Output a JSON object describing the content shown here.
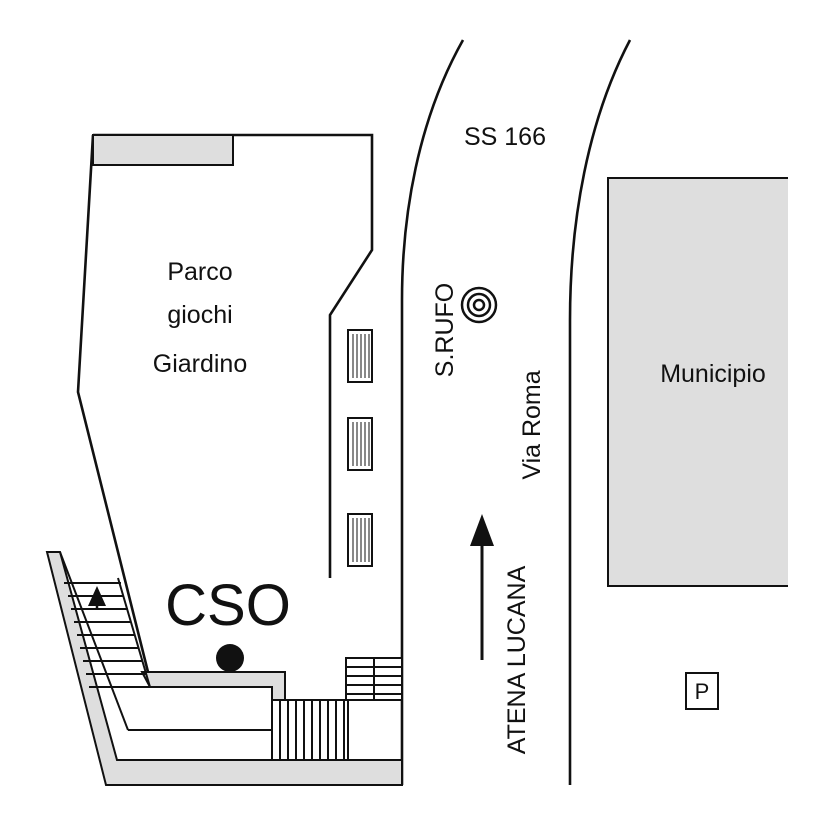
{
  "colors": {
    "background": "#ffffff",
    "building_fill": "#dedede",
    "line": "#111111"
  },
  "labels": {
    "road_number": "SS 166",
    "park_line1": "Parco",
    "park_line2": "giochi",
    "park_line3": "Giardino",
    "municipio": "Municipio",
    "s_rufo": "S.RUFO",
    "via_roma": "Via Roma",
    "cso": "CSO",
    "atena_lucana": "ATENA LUCANA",
    "parking": "P"
  },
  "icons": {
    "cso_marker": "filled-circle",
    "s_rufo_marker": "concentric-circles-target",
    "direction": "arrow-up",
    "stairs_direction": "arrow-up",
    "parking": "parking-sign",
    "benches": "bench-icon"
  }
}
